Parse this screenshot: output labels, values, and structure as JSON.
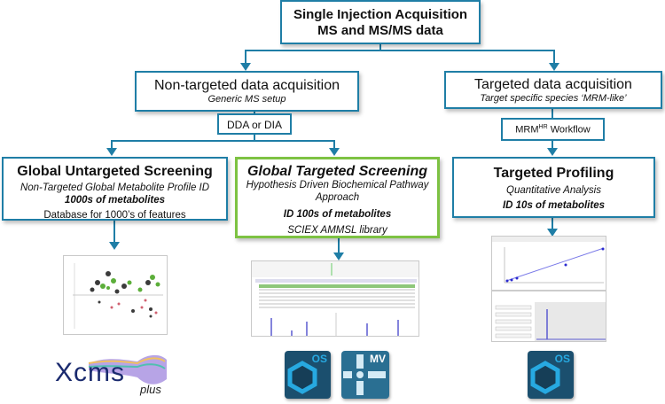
{
  "top": {
    "line1": "Single Injection Acquisition",
    "line2": "MS and MS/MS data"
  },
  "non_targeted": {
    "title": "Non-targeted data acquisition",
    "subtitle": "Generic MS setup"
  },
  "targeted_acq": {
    "title": "Targeted data acquisition",
    "subtitle": "Target specific species ‘MRM-like’"
  },
  "dda": {
    "label": "DDA or DIA"
  },
  "mrm": {
    "prefix": "MRM",
    "sup": "HR",
    "suffix": " Workflow"
  },
  "untargeted_screen": {
    "title": "Global Untargeted Screening",
    "line1": "Non-Targeted Global Metabolite Profile ID",
    "line2": "1000s of metabolites",
    "line3": "Database for 1000’s of features"
  },
  "targeted_screen": {
    "title": "Global Targeted Screening",
    "line1": "Hypothesis Driven Biochemical Pathway Approach",
    "line2": "ID 100s of metabolites",
    "line3": "SCIEX AMMSL library"
  },
  "profiling": {
    "title": "Targeted Profiling",
    "line1": "Quantitative Analysis",
    "line2": "ID 10s of metabolites"
  },
  "logos": {
    "xcms": "Xcms",
    "xcms_sub": "plus",
    "os": "OS",
    "mv": "MV"
  },
  "colors": {
    "connector": "#1f7ea6",
    "highlight": "#7dc242",
    "icon_bg": "#1b4f6e",
    "icon_accent": "#27a9e1"
  }
}
